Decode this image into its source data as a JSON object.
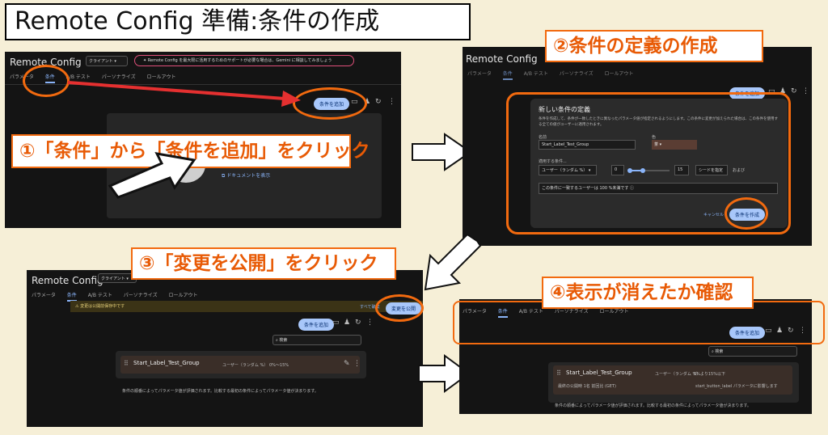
{
  "title": "Remote Config 準備:条件の作成",
  "callouts": {
    "step1": "①「条件」から「条件を追加」をクリック",
    "step2": "②条件の定義の作成",
    "step3": "③「変更を公開」をクリック",
    "step4": "④表示が消えたか確認"
  },
  "app": {
    "name": "Remote Config",
    "client_dropdown": "クライアント",
    "banner": "Remote Config を最大限に活用するためのサポートが必要な場合は、Gemini に相談してみましょう",
    "tabs": [
      "パラメータ",
      "条件",
      "A/B テスト",
      "パーソナライズ",
      "ロールアウト"
    ],
    "add_condition": "条件を追加",
    "docs_link": "ドキュメントを表示"
  },
  "dialog": {
    "heading": "新しい条件の定義",
    "description": "条件を作成して、条件が一致したときに異なったパラメータ値が指定されるようにします。この条件に変更が加えられた場合は、この条件を使用する全ての値がユーザーに適用されます。",
    "name_label": "名前",
    "name_value": "Start_Label_Test_Group",
    "color_label": "色",
    "color_value": "茶",
    "applies_label": "適用する条件...",
    "percent_select": "ユーザー（ランダム %）",
    "range_from": "0",
    "range_to": "15",
    "seed_button": "シードを指定",
    "and_label": "および",
    "match_text": "この条件に一致するユーザーは 100 %未満です",
    "cancel": "キャンセル",
    "create": "条件を作成"
  },
  "publish": {
    "banner": "変更は公開前保存中です",
    "discard": "すべて破棄",
    "button": "変更を公開"
  },
  "list": {
    "search_placeholder": "検索",
    "condition_name": "Start_Label_Test_Group",
    "condition_type": "ユーザー（ランダム %）",
    "condition_range": "0%～15%",
    "condition_status": "0%より15%以下",
    "footer": "条件の順番によってパラメータ値が評価されます。比較する最初の条件によってパラメータ値が決まります。",
    "usage_left": "最終の公開時 1名 前回比 (GET)",
    "usage_right": "start_button_label パラメータに影響します"
  },
  "colors": {
    "accent_orange": "#f26a0f",
    "pill_blue": "#a8c7fa",
    "background": "#f6efd7",
    "console_dark": "#141414"
  }
}
